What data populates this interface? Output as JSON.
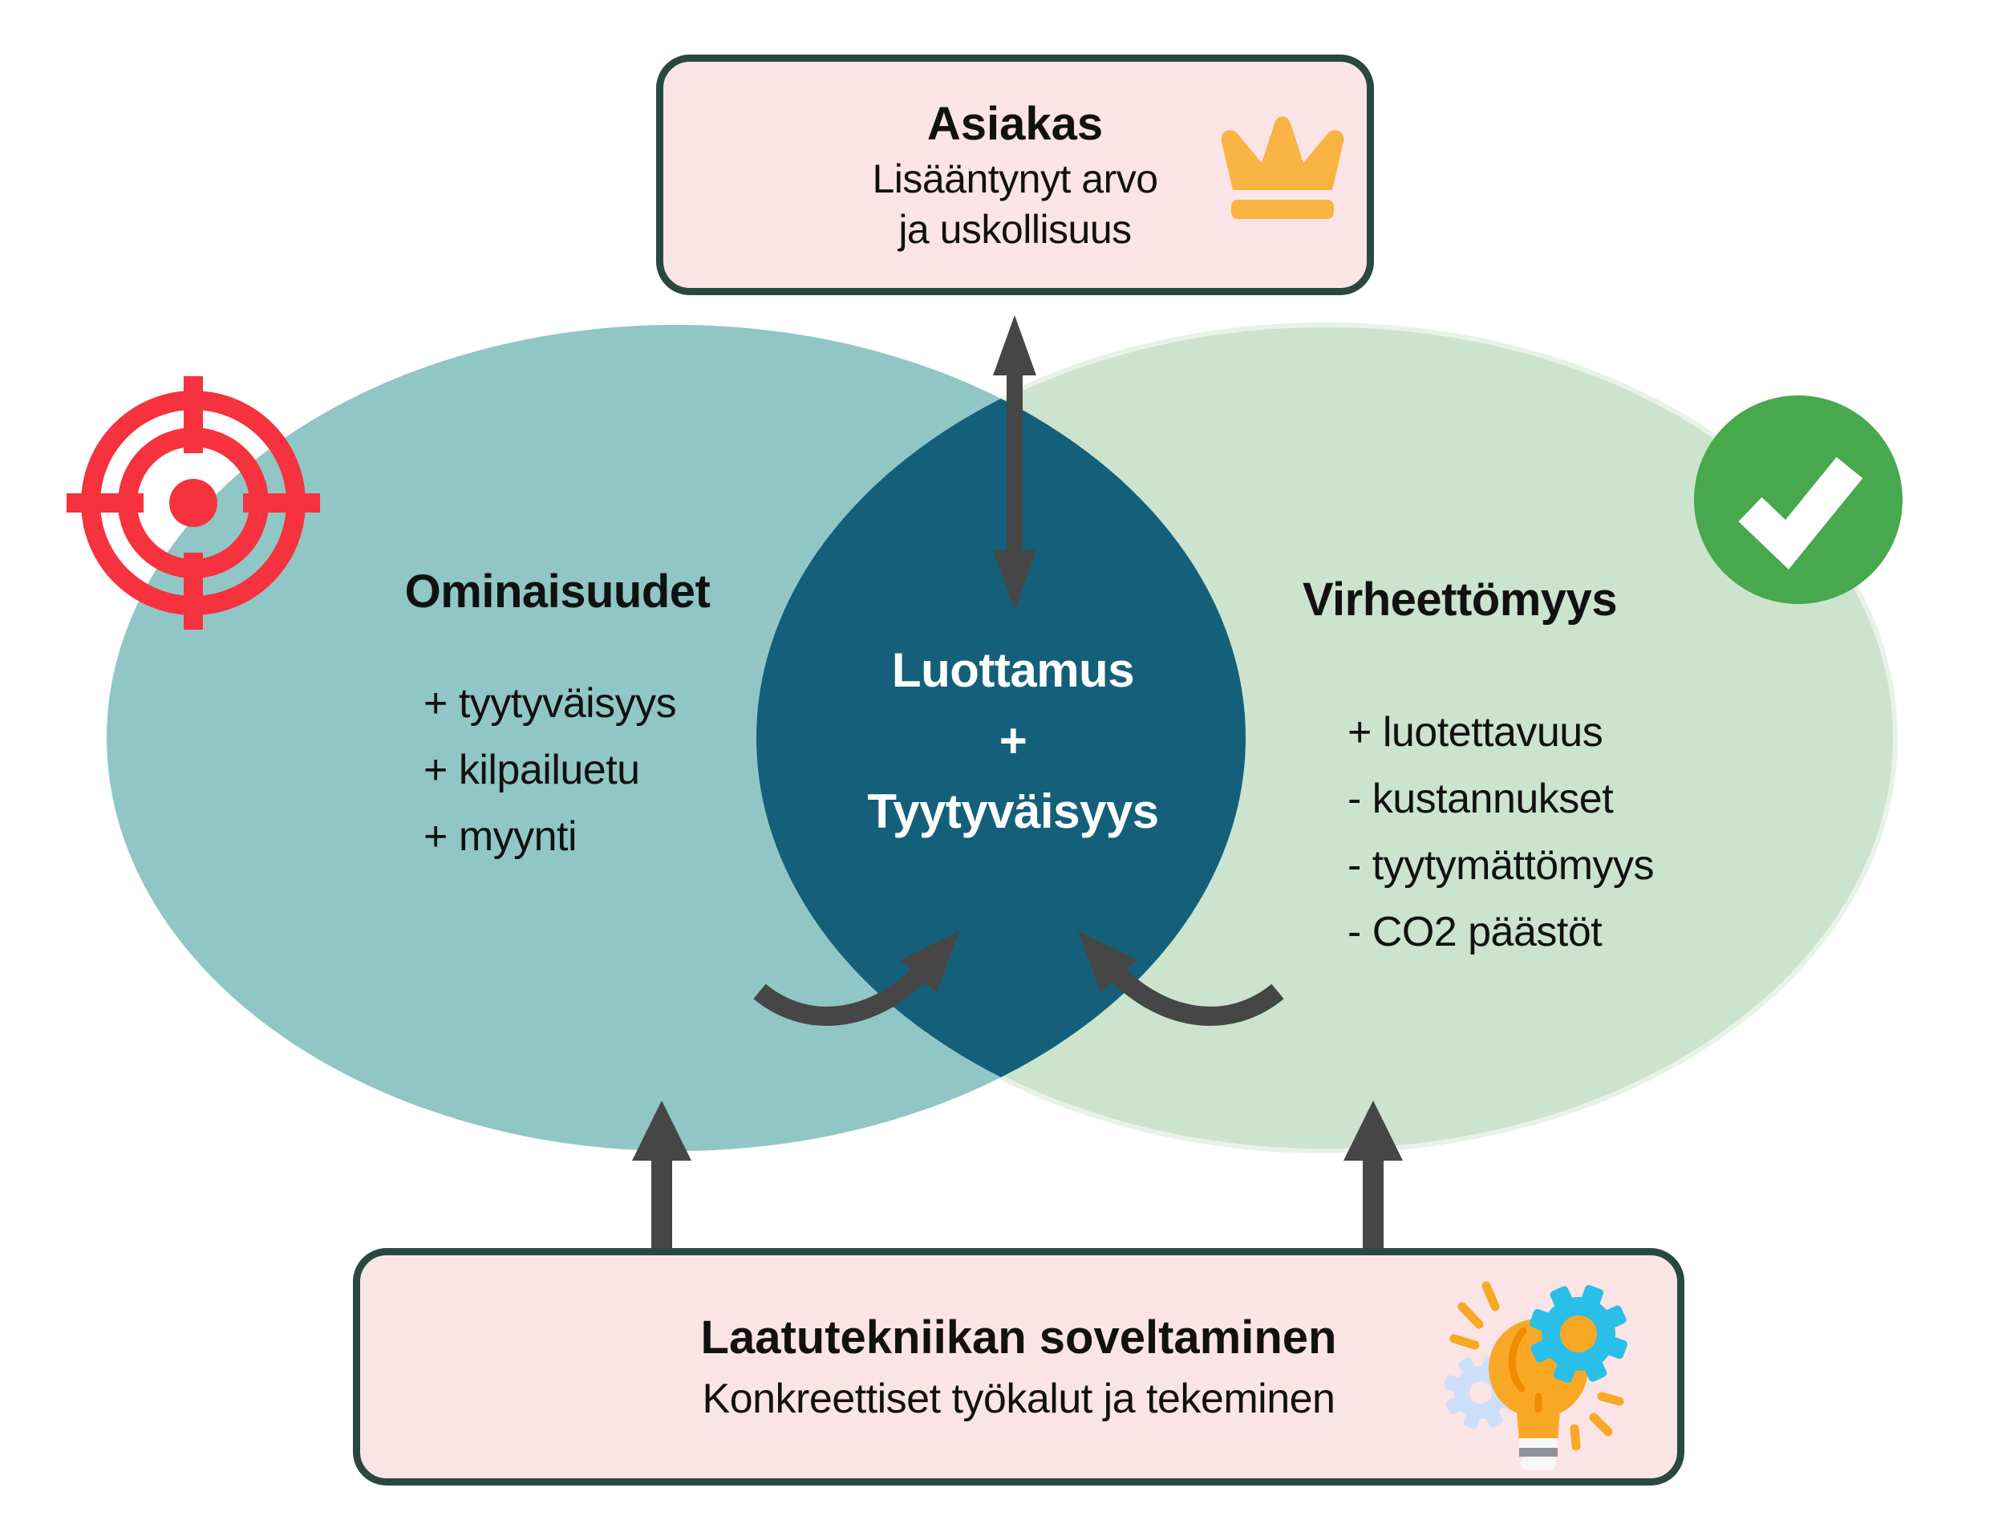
{
  "top_box": {
    "title": "Asiakas",
    "line1": "Lisääntynyt arvo",
    "line2": "ja uskollisuus"
  },
  "left_ellipse": {
    "title": "Ominaisuudet",
    "items": [
      "+ tyytyväisyys",
      "+ kilpailuetu",
      "+ myynti"
    ]
  },
  "right_ellipse": {
    "title": "Virheettömyys",
    "items": [
      "+ luotettavuus",
      "- kustannukset",
      "- tyytymättömyys",
      "- CO2 päästöt"
    ]
  },
  "center_overlap": {
    "line1": "Luottamus",
    "line2": "+",
    "line3": "Tyytyväisyys"
  },
  "bottom_box": {
    "title": "Laatutekniikan soveltaminen",
    "subtitle": "Konkreettiset työkalut ja tekeminen"
  },
  "icons": {
    "top_box": "crown-icon",
    "left": "target-icon",
    "right": "check-icon",
    "bottom_box": "lightbulb-gears-icon"
  },
  "colors": {
    "left_ellipse": "#90C6C5",
    "right_ellipse": "#CCE3CD",
    "right_ellipse_stroke": "#E9F2E6",
    "overlap": "#14607A",
    "box_fill": "#FBE4E6",
    "box_border": "#2A4842",
    "arrow": "#464646",
    "crown": "#F9B342",
    "target_red": "#F5323E",
    "check_green": "#47A84D",
    "gear_cyan": "#29BFE8",
    "gear_light": "#CDDFF8",
    "bulb_orange": "#F9A826"
  }
}
